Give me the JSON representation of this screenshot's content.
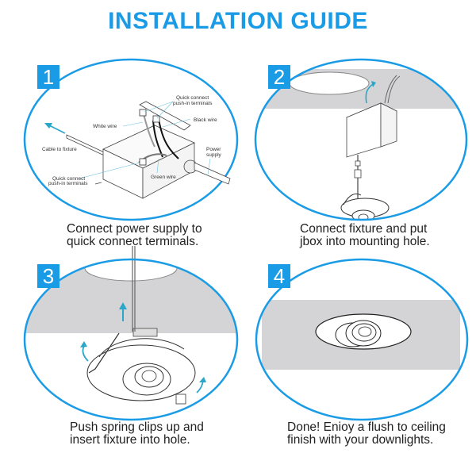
{
  "title": "INSTALLATION GUIDE",
  "colors": {
    "accent": "#1a9be6",
    "arrow": "#2aa6c9",
    "ceiling_gray": "#d4d4d6",
    "caption_text": "#222222"
  },
  "steps": [
    {
      "number": "1",
      "caption_line1": "Connect power supply to",
      "caption_line2": "quick connect terminals.",
      "labels": {
        "quick_connect_top_1": "Quick connect",
        "quick_connect_top_2": "push-in terminals",
        "white_wire": "White wire",
        "black_wire": "Black wire",
        "cable_to_fixture": "Cable to fixture",
        "power_supply_1": "Power",
        "power_supply_2": "supply",
        "quick_connect_bottom_1": "Quick connect",
        "quick_connect_bottom_2": "push-in terminals",
        "green_wire": "Green wire"
      }
    },
    {
      "number": "2",
      "caption_line1": "Connect fixture and put",
      "caption_line2": "jbox into mounting hole."
    },
    {
      "number": "3",
      "caption_line1": "Push spring clips up and",
      "caption_line2": "insert fixture into hole."
    },
    {
      "number": "4",
      "caption_line1": "Done! Enioy a flush to ceiling",
      "caption_line2": "finish with your downlights."
    }
  ]
}
